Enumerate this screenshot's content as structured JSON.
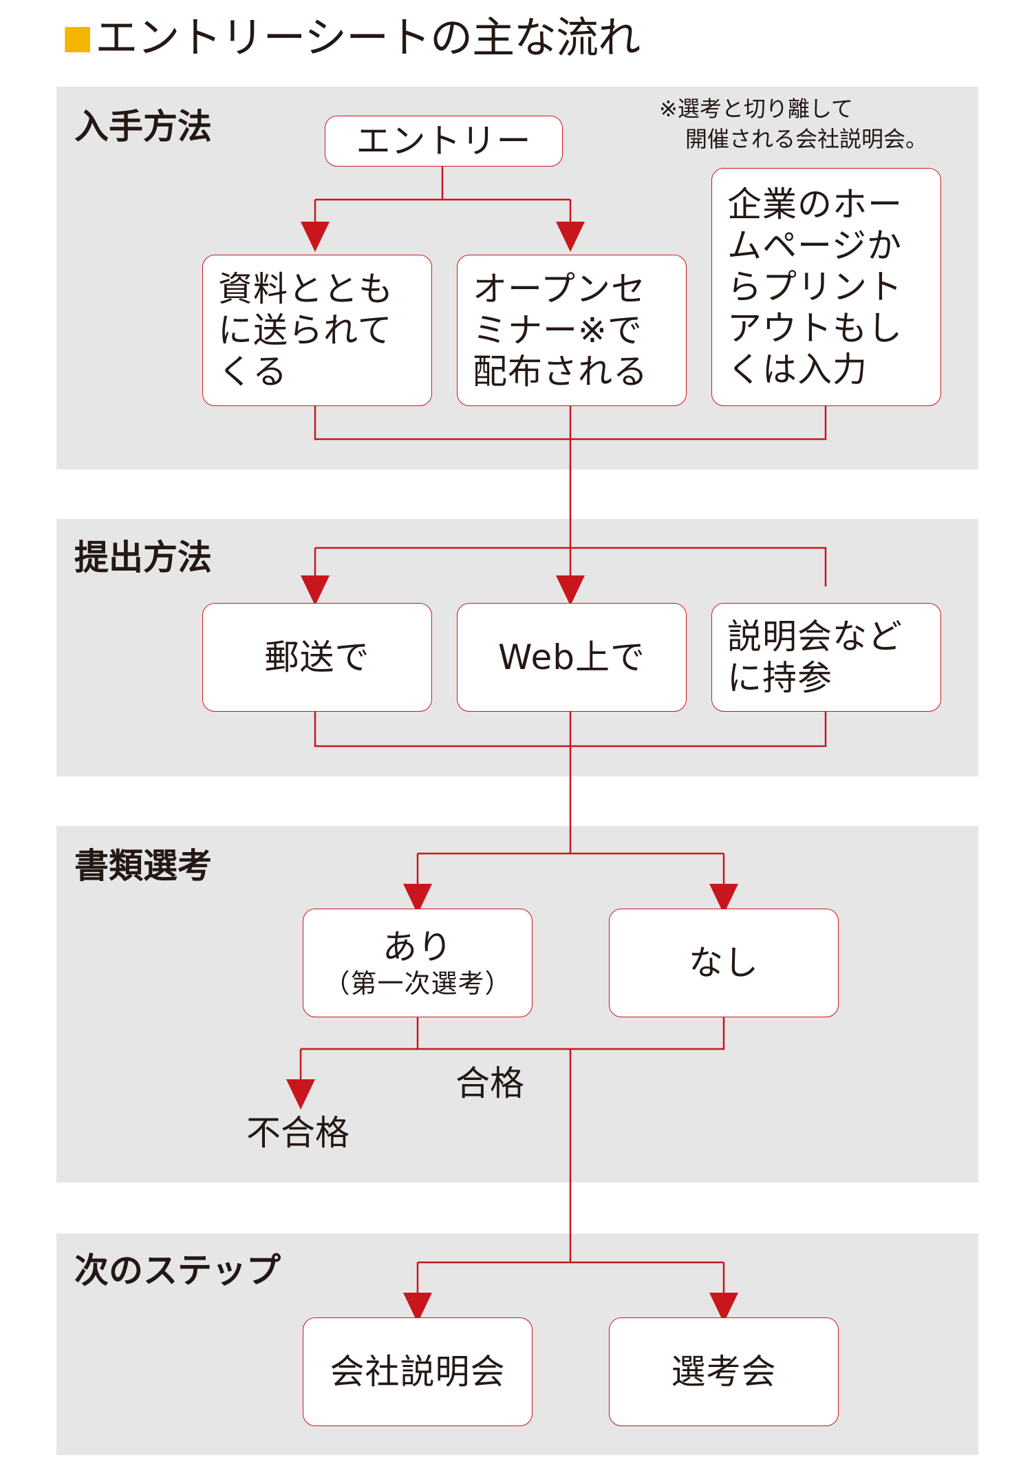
{
  "title": {
    "marker": "■",
    "text": "エントリーシートの主な流れ"
  },
  "note": {
    "line1": "※選考と切り離して",
    "line2": "開催される会社説明会。"
  },
  "sections": {
    "acquisition": {
      "title": "入手方法",
      "entry": "エントリー",
      "box1": [
        "資料とともに送られて",
        "くる"
      ],
      "box2": [
        "オープンセミナー※で",
        "配布される"
      ],
      "box3": [
        "企業のホームページからプリントアウトもし",
        "くは入力"
      ]
    },
    "submission": {
      "title": "提出方法",
      "mail": "郵送で",
      "web": "Web上で",
      "bring": [
        "説明会など",
        "に持参"
      ]
    },
    "screening": {
      "title": "書類選考",
      "yes": "あり",
      "yes_sub": "（第一次選考）",
      "no": "なし",
      "fail": "不合格",
      "pass": "合格"
    },
    "next": {
      "title": "次のステップ",
      "briefing": "会社説明会",
      "selection": "選考会"
    }
  },
  "colors": {
    "accent": "#c8161d",
    "marker": "#f5b400",
    "panel": "#e6e6e6",
    "text": "#231815"
  }
}
